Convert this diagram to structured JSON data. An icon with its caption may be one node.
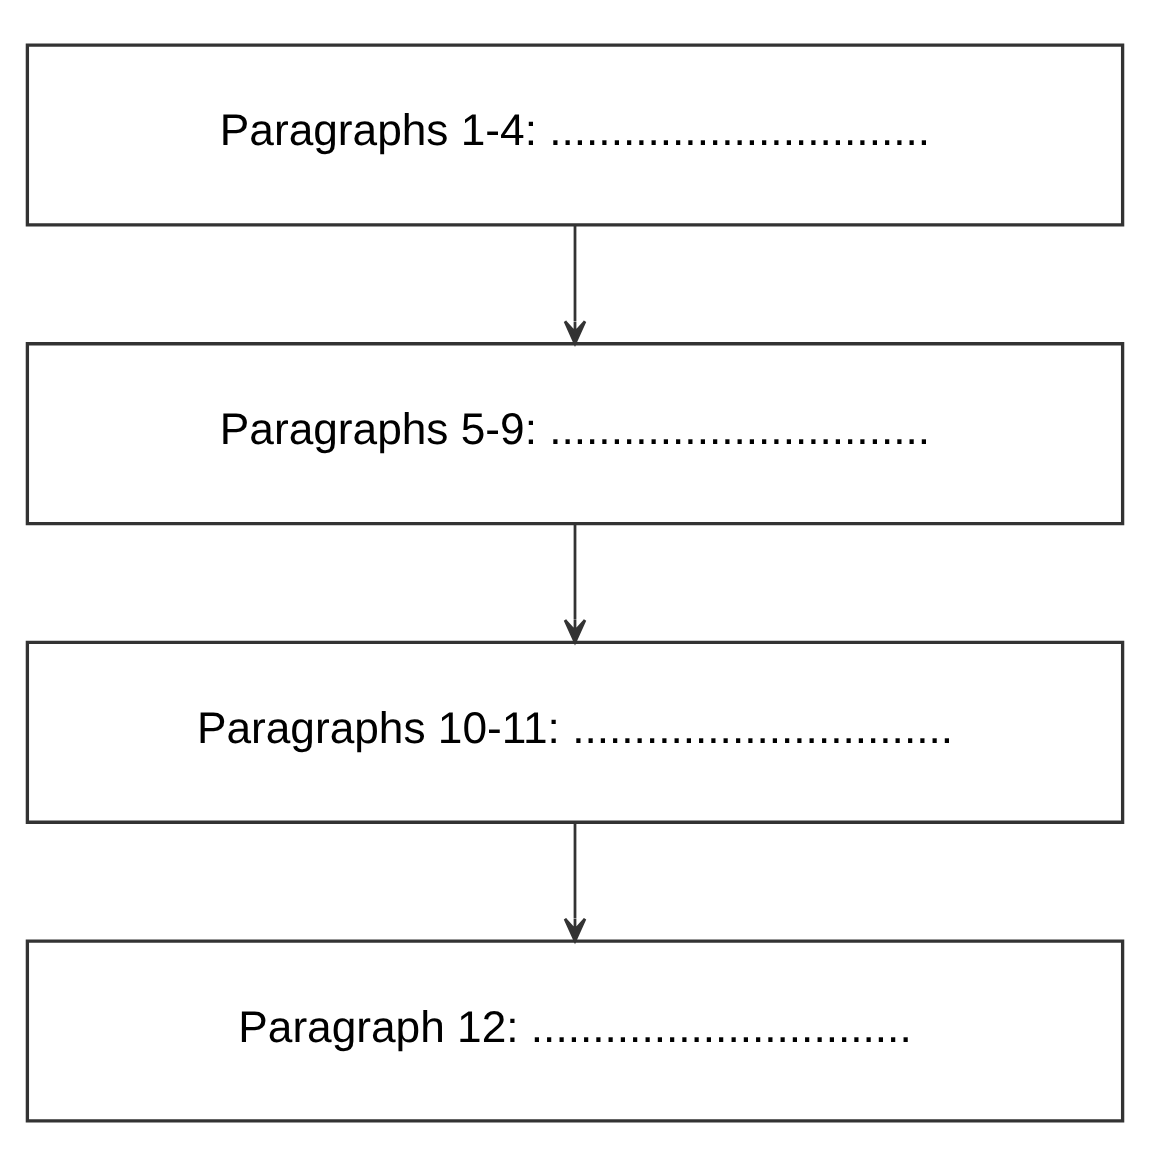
{
  "diagram": {
    "nodes": [
      {
        "text": [
          "Paragraphs 1-4: ..............................."
        ]
      },
      {
        "text": [
          "Paragraphs 5-9: ..............................."
        ]
      },
      {
        "text": [
          "Paragraphs 10-11: ..............................."
        ]
      },
      {
        "text": [
          "Paragraph 12: ..............................."
        ]
      }
    ],
    "edges": [
      {
        "from": 0,
        "to": 1,
        "arrow": "to"
      },
      {
        "from": 1,
        "to": 2,
        "arrow": "to"
      },
      {
        "from": 2,
        "to": 3,
        "arrow": "to"
      }
    ]
  }
}
